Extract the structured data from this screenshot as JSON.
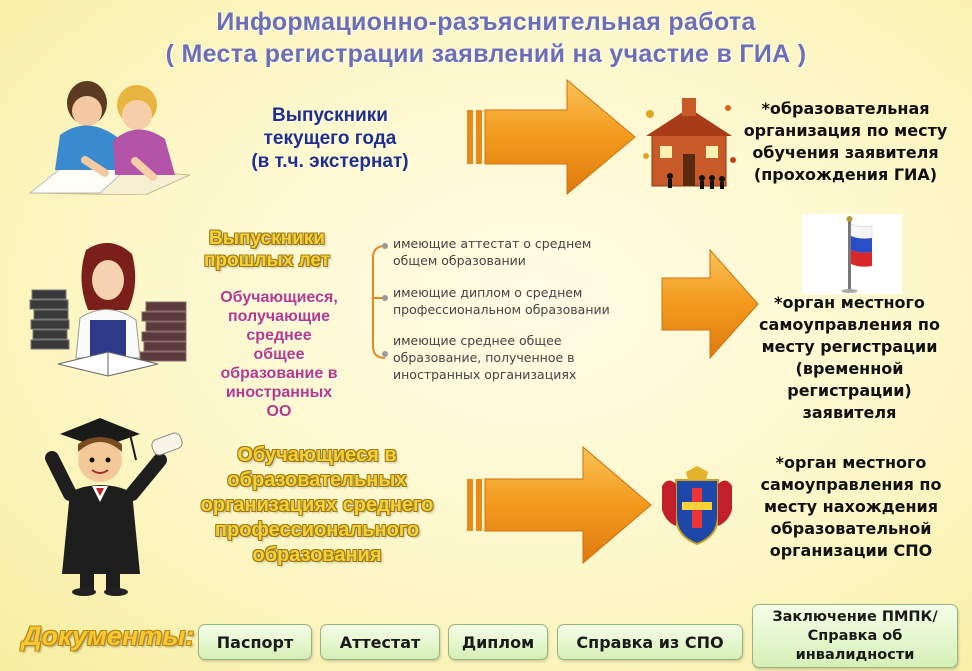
{
  "header": {
    "title_line1": "Информационно-разъяснительная  работа",
    "title_line2": "( Места регистрации заявлений на участие в ГИА )"
  },
  "rows": [
    {
      "who_lines": [
        "Выпускники",
        "текущего года",
        "(в т.ч. экстернат)"
      ],
      "dest_lines": [
        "*образовательная",
        "организация по месту",
        "обучения заявителя",
        "(прохождения ГИА)"
      ]
    },
    {
      "who_title_lines": [
        "Выпускники",
        "прошлых лет"
      ],
      "who_sub_lines": [
        "Обучающиеся,",
        "получающие",
        "среднее",
        "общее",
        "образование в",
        "иностранных",
        "ОО"
      ],
      "options": [
        [
          "имеющие аттестат о среднем",
          "общем образовании"
        ],
        [
          "имеющие диплом о среднем",
          "профессиональном образовании"
        ],
        [
          "имеющие среднее общее",
          "образование, полученное в",
          "иностранных организациях"
        ]
      ],
      "dest_lines": [
        "*орган местного",
        "самоуправления по",
        "месту регистрации",
        "(временной",
        "регистрации)",
        "заявителя"
      ]
    },
    {
      "who_lines": [
        "Обучающиеся в",
        "образовательных",
        "организациях среднего",
        "профессионального",
        "образования"
      ],
      "dest_lines": [
        "*орган местного",
        "самоуправления по",
        "месту нахождения",
        "образовательной",
        "организации СПО"
      ]
    }
  ],
  "documents": {
    "label": "Документы:",
    "items": [
      "Паспорт",
      "Аттестат",
      "Диплом",
      "Справка из СПО"
    ],
    "pmpk_lines": [
      "Заключение ПМПК/",
      "Справка об",
      "инвалидности"
    ]
  },
  "icons": {
    "row1_left": "students-writing-illustration",
    "row1_right": "school-building-icon",
    "row2_left": "girl-with-books-illustration",
    "row2_right": "russian-flag-icon",
    "row3_left": "graduate-with-diploma-illustration",
    "row3_right": "coat-of-arms-icon"
  },
  "colors": {
    "title": "#6d6fb5",
    "arrow_orange": "#f39a1c",
    "row_heading_blue": "#1f2f8a",
    "yellow_heading": "#f3d13a",
    "pink_heading": "#b83a86",
    "doc_button_green": "#d6efb7"
  }
}
